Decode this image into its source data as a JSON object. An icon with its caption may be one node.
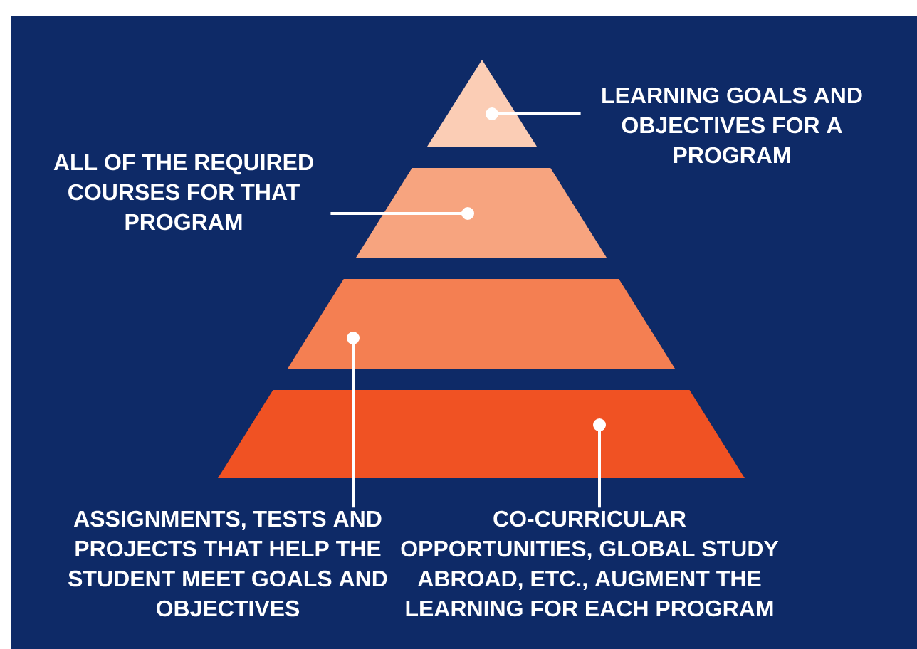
{
  "diagram": {
    "nodes": [
      {
        "text": [],
        "shape": "triangle"
      },
      {
        "text": [],
        "shape": "trapezoid"
      },
      {
        "text": [],
        "shape": "trapezoid"
      },
      {
        "text": [],
        "shape": "trapezoid"
      },
      {
        "text": [
          "LEARNING GOALS AND OBJECTIVES FOR A PROGRAM"
        ]
      },
      {
        "text": [
          "ALL OF THE REQUIRED COURSES FOR THAT PROGRAM"
        ]
      },
      {
        "text": [
          "ASSIGNMENTS, TESTS AND PROJECTS THAT HELP THE STUDENT MEET GOALS AND OBJECTIVES"
        ]
      },
      {
        "text": [
          "CO-CURRICULAR OPPORTUNITIES, GLOBAL STUDY ABROAD, ETC., AUGMENT THE LEARNING FOR EACH PROGRAM"
        ]
      }
    ],
    "edges": [
      {
        "from": 4,
        "to": 0,
        "arrow": "other"
      },
      {
        "from": 5,
        "to": 1,
        "arrow": "other"
      },
      {
        "from": 6,
        "to": 2,
        "arrow": "other"
      },
      {
        "from": 7,
        "to": 3,
        "arrow": "other"
      }
    ]
  }
}
